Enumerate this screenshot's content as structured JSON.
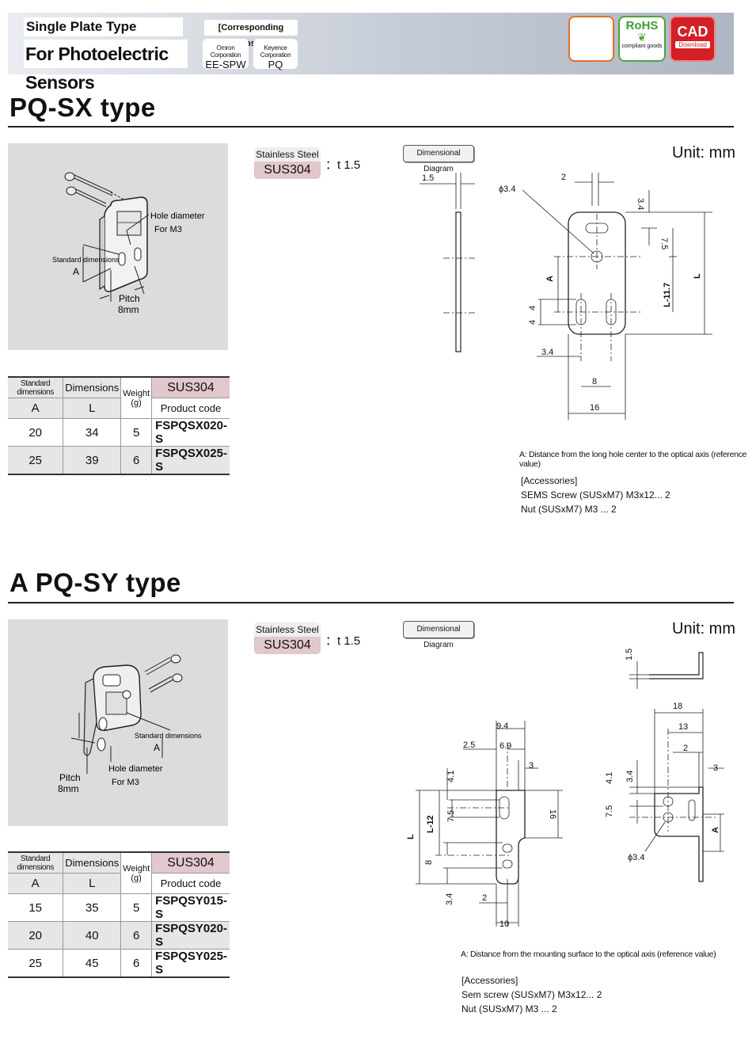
{
  "header": {
    "type_label": "Single Plate Type",
    "title": "For Photoelectric Sensors",
    "corresponding_label": "[Corresponding Sensor]",
    "sensors": [
      {
        "company": "Omron Corporation",
        "model": "EE-SPW"
      },
      {
        "company": "Keyence Corporation",
        "model": "PQ"
      }
    ],
    "badges": {
      "rohs": "RoHS",
      "rohs_sub": "compliant goods",
      "cad": "CAD",
      "cad_sub": "Download"
    }
  },
  "sections": [
    {
      "title": "PQ-SX type",
      "material_name": "Stainless Steel",
      "material_grade": "SUS304",
      "thickness": "t 1.5",
      "diagram_tag": "Dimensional Diagram",
      "unit": "Unit: mm",
      "photo_labels": {
        "hole": "Hole diameter",
        "hole_size": "For M3",
        "std": "Standard dimensions",
        "a": "A",
        "pitch": "Pitch",
        "pitch_val": "8mm"
      },
      "table": {
        "headers": {
          "std": "Standard dimensions",
          "dims": "Dimensions",
          "weight": "Weight",
          "material": "SUS304",
          "a": "A",
          "l": "L",
          "g": "(g)",
          "code": "Product code"
        },
        "rows": [
          {
            "a": "20",
            "l": "34",
            "w": "5",
            "code": "FSPQSX020-S"
          },
          {
            "a": "25",
            "l": "39",
            "w": "6",
            "code": "FSPQSX025-S"
          }
        ]
      },
      "dims": {
        "t": "1.5",
        "hole": "ϕ3.4",
        "d2": "2",
        "d34": "3.4",
        "d75": "7.5",
        "a": "A",
        "l11": "L-11.7",
        "l": "L",
        "d4a": "4",
        "d4b": "4",
        "d34b": "3.4",
        "d8": "8",
        "d16": "16"
      },
      "note": "A: Distance from the long hole center to the optical axis (reference value)",
      "accessories": {
        "title": "[Accessories]",
        "items": [
          "SEMS Screw (SUSxM7) M3x12... 2",
          "Nut (SUSxM7) M3 ... 2"
        ]
      }
    },
    {
      "title": "A PQ-SY type",
      "material_name": "Stainless Steel",
      "material_grade": "SUS304",
      "thickness": "t 1.5",
      "diagram_tag": "Dimensional Diagram",
      "unit": "Unit: mm",
      "photo_labels": {
        "std": "Standard dimensions",
        "a": "A",
        "hole": "Hole diameter",
        "hole_size": "For M3",
        "pitch": "Pitch",
        "pitch_val": "8mm"
      },
      "table": {
        "headers": {
          "std": "Standard dimensions",
          "dims": "Dimensions",
          "weight": "Weight",
          "material": "SUS304",
          "a": "A",
          "l": "L",
          "g": "(g)",
          "code": "Product code"
        },
        "rows": [
          {
            "a": "15",
            "l": "35",
            "w": "5",
            "code": "FSPQSY015-S"
          },
          {
            "a": "20",
            "l": "40",
            "w": "6",
            "code": "FSPQSY020-S"
          },
          {
            "a": "25",
            "l": "45",
            "w": "6",
            "code": "FSPQSY025-S"
          }
        ]
      },
      "dims": {
        "t": "1.5",
        "d94": "9.4",
        "d25": "2.5",
        "d69": "6.9",
        "d3": "3",
        "d41": "4.1",
        "d75": "7.5",
        "d16": "16",
        "l12": "L-12",
        "l": "L",
        "d8": "8",
        "d34": "3.4",
        "d2": "2",
        "d10": "10",
        "r18": "18",
        "r13": "13",
        "r2": "2",
        "r3": "3",
        "r41": "4.1",
        "r34": "3.4",
        "r75": "7.5",
        "ra": "A",
        "rhole": "ϕ3.4"
      },
      "note": "A: Distance from the mounting surface to the optical axis (reference value)",
      "accessories": {
        "title": "[Accessories]",
        "items": [
          "Sem screw (SUSxM7) M3x12... 2",
          "Nut (SUSxM7) M3 ... 2"
        ]
      }
    }
  ]
}
